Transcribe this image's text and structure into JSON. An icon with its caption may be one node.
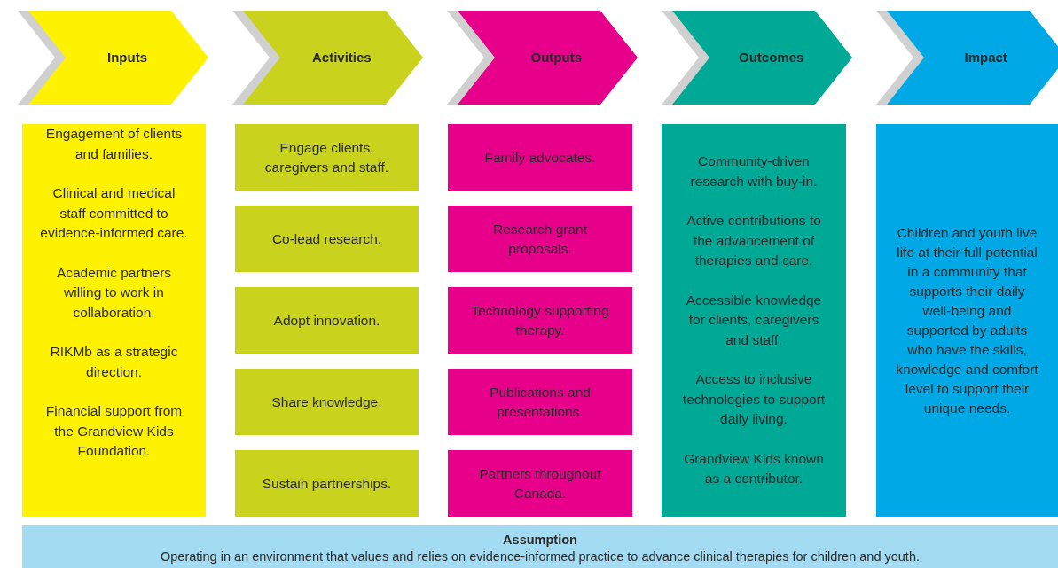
{
  "diagram": {
    "nodes": [
      {
        "text": [
          "Inputs"
        ]
      },
      {
        "text": [
          "Activities"
        ]
      },
      {
        "text": [
          "Outputs"
        ]
      },
      {
        "text": [
          "Outcomes"
        ]
      },
      {
        "text": [
          "Impact"
        ]
      },
      {
        "text": [
          "Engagement of clients and families.",
          "Clinical and medical staff committed to evidence-informed care.",
          "Academic partners willing to work in collaboration.",
          "RIKMb as a strategic direction.",
          "Financial support from the Grandview Kids Foundation."
        ]
      },
      {
        "text": [
          "Engage clients, caregivers and staff."
        ]
      },
      {
        "text": [
          "Co-lead research."
        ]
      },
      {
        "text": [
          "Adopt innovation."
        ]
      },
      {
        "text": [
          "Share knowledge."
        ]
      },
      {
        "text": [
          "Sustain partnerships."
        ]
      },
      {
        "text": [
          "Family advocates."
        ]
      },
      {
        "text": [
          "Research grant proposals."
        ]
      },
      {
        "text": [
          "Technology supporting therapy."
        ]
      },
      {
        "text": [
          "Publications and presentations."
        ]
      },
      {
        "text": [
          "Partners throughout Canada."
        ]
      },
      {
        "text": [
          "Community-driven research with buy-in.",
          "Active contributions to the advancement of therapies and care.",
          "Accessible knowledge for clients, caregivers and staff.",
          "Access to inclusive technologies to support daily living.",
          "Grandview Kids known as a contributor."
        ]
      },
      {
        "text": [
          "Children and youth live life at their full potential in a community that supports their daily well-being and supported by adults who have the skills, knowledge and comfort level to support their unique needs."
        ]
      },
      {
        "text": [
          "Assumption",
          "Operating in an environment that values and relies on evidence-informed practice to advance clinical therapies for children and youth."
        ]
      }
    ]
  }
}
